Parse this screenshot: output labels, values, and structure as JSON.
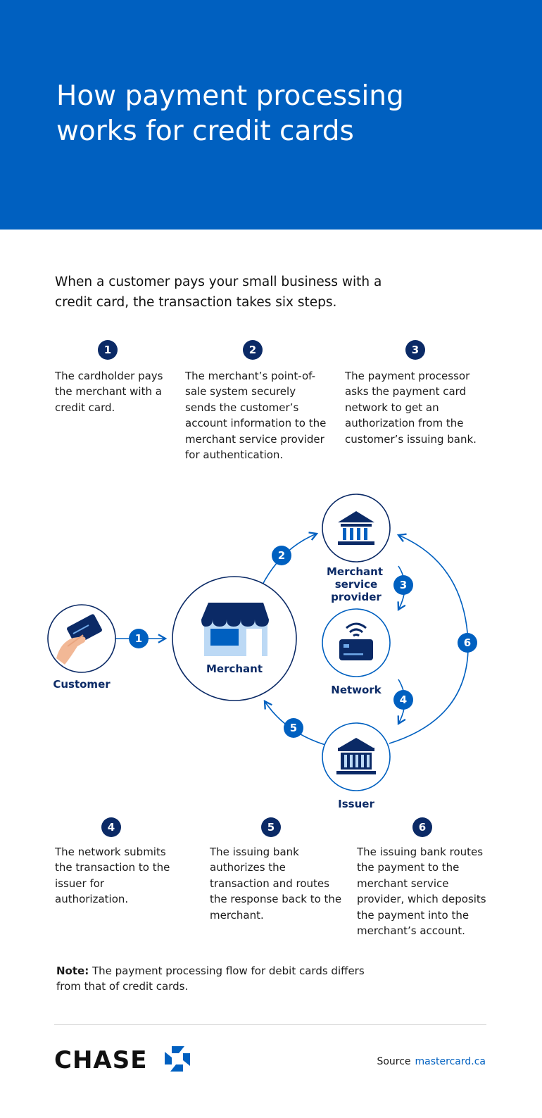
{
  "header": {
    "title": "How payment processing works for credit cards"
  },
  "intro": "When a customer pays your small business with a credit card, the transaction takes six steps.",
  "steps": [
    {
      "num": "1",
      "text": "The cardholder pays the merchant with a credit card."
    },
    {
      "num": "2",
      "text": "The merchant’s point-of-sale system securely sends the customer’s account information to the merchant service provider for authentication."
    },
    {
      "num": "3",
      "text": "The payment processor asks the payment card network to get an authorization from the customer’s issuing bank."
    },
    {
      "num": "4",
      "text": "The network submits the transaction to the issuer for authorization."
    },
    {
      "num": "5",
      "text": "The issuing bank authorizes the transaction and routes the response back to the merchant."
    },
    {
      "num": "6",
      "text": "The issuing bank routes the payment to the merchant service provider, which deposits the payment into the merchant’s account."
    }
  ],
  "diagram": {
    "customer": "Customer",
    "merchant": "Merchant",
    "msp_line1": "Merchant",
    "msp_line2": "service",
    "msp_line3": "provider",
    "network": "Network",
    "issuer": "Issuer"
  },
  "note": {
    "label": "Note:",
    "text": " The payment processing flow for debit cards differs from that of credit cards."
  },
  "footer": {
    "logo": "CHASE",
    "source_label": "Source",
    "source_link": "mastercard.ca"
  },
  "colors": {
    "header_bg": "#0060c0",
    "navy": "#0b2a66",
    "accent": "#0060c0",
    "light": "#bcd9f5"
  }
}
